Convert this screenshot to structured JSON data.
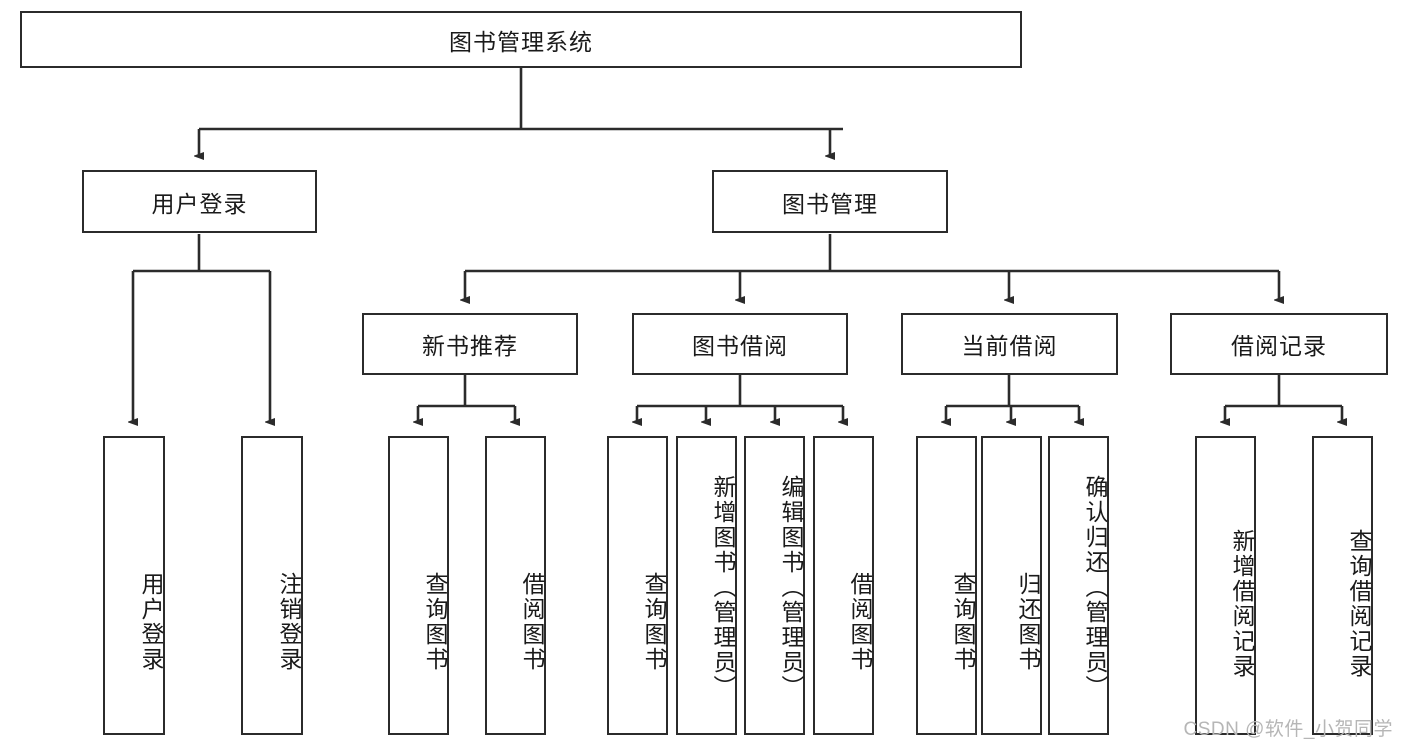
{
  "diagram": {
    "type": "tree",
    "title": "图书管理系统",
    "watermark": "CSDN @软件_小贺同学",
    "nodes": {
      "root": {
        "label": "图书管理系统"
      },
      "level2": [
        {
          "id": "user-login",
          "label": "用户登录"
        },
        {
          "id": "book-management",
          "label": "图书管理"
        }
      ],
      "level3": [
        {
          "id": "new-book-recommend",
          "label": "新书推荐"
        },
        {
          "id": "book-borrow",
          "label": "图书借阅"
        },
        {
          "id": "current-borrow",
          "label": "当前借阅"
        },
        {
          "id": "borrow-record",
          "label": "借阅记录"
        }
      ],
      "leaves": {
        "user_login": [
          {
            "id": "leaf-user-login",
            "label": "用户登录"
          },
          {
            "id": "leaf-logout-login",
            "label": "注销登录"
          }
        ],
        "new_book_recommend": [
          {
            "id": "leaf-query-book-1",
            "label": "查询图书"
          },
          {
            "id": "leaf-borrow-book-1",
            "label": "借阅图书"
          }
        ],
        "book_borrow": [
          {
            "id": "leaf-query-book-2",
            "label": "查询图书"
          },
          {
            "id": "leaf-add-book",
            "label": "新增图书（管理员）"
          },
          {
            "id": "leaf-edit-book",
            "label": "编辑图书（管理员）"
          },
          {
            "id": "leaf-borrow-book-2",
            "label": "借阅图书"
          }
        ],
        "current_borrow": [
          {
            "id": "leaf-query-book-3",
            "label": "查询图书"
          },
          {
            "id": "leaf-return-book",
            "label": "归还图书"
          },
          {
            "id": "leaf-confirm-return",
            "label": "确认归还（管理员）"
          }
        ],
        "borrow_record": [
          {
            "id": "leaf-add-borrow-record",
            "label": "新增借阅记录"
          },
          {
            "id": "leaf-query-borrow-record",
            "label": "查询借阅记录"
          }
        ]
      }
    },
    "colors": {
      "stroke": "#2b2b2b",
      "fill": "#ffffff",
      "text": "#1a1a1a",
      "watermark": "#b6b6b6"
    }
  }
}
